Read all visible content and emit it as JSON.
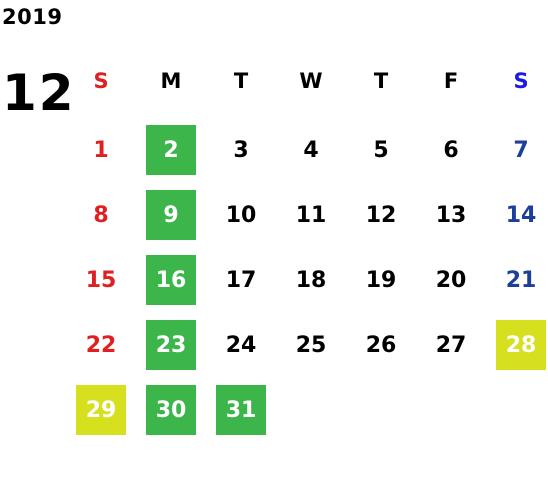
{
  "calendar": {
    "year": "2019",
    "month": "12",
    "weekdays": [
      "S",
      "M",
      "T",
      "W",
      "T",
      "F",
      "S"
    ],
    "days": [
      {
        "label": "1",
        "col": 0,
        "row": 0,
        "type": "sun"
      },
      {
        "label": "2",
        "col": 1,
        "row": 0,
        "type": "green"
      },
      {
        "label": "3",
        "col": 2,
        "row": 0,
        "type": "normal"
      },
      {
        "label": "4",
        "col": 3,
        "row": 0,
        "type": "normal"
      },
      {
        "label": "5",
        "col": 4,
        "row": 0,
        "type": "normal"
      },
      {
        "label": "6",
        "col": 5,
        "row": 0,
        "type": "normal"
      },
      {
        "label": "7",
        "col": 6,
        "row": 0,
        "type": "sat"
      },
      {
        "label": "8",
        "col": 0,
        "row": 1,
        "type": "sun"
      },
      {
        "label": "9",
        "col": 1,
        "row": 1,
        "type": "green"
      },
      {
        "label": "10",
        "col": 2,
        "row": 1,
        "type": "normal"
      },
      {
        "label": "11",
        "col": 3,
        "row": 1,
        "type": "normal"
      },
      {
        "label": "12",
        "col": 4,
        "row": 1,
        "type": "normal"
      },
      {
        "label": "13",
        "col": 5,
        "row": 1,
        "type": "normal"
      },
      {
        "label": "14",
        "col": 6,
        "row": 1,
        "type": "sat"
      },
      {
        "label": "15",
        "col": 0,
        "row": 2,
        "type": "sun"
      },
      {
        "label": "16",
        "col": 1,
        "row": 2,
        "type": "green"
      },
      {
        "label": "17",
        "col": 2,
        "row": 2,
        "type": "normal"
      },
      {
        "label": "18",
        "col": 3,
        "row": 2,
        "type": "normal"
      },
      {
        "label": "19",
        "col": 4,
        "row": 2,
        "type": "normal"
      },
      {
        "label": "20",
        "col": 5,
        "row": 2,
        "type": "normal"
      },
      {
        "label": "21",
        "col": 6,
        "row": 2,
        "type": "sat"
      },
      {
        "label": "22",
        "col": 0,
        "row": 3,
        "type": "sun"
      },
      {
        "label": "23",
        "col": 1,
        "row": 3,
        "type": "green"
      },
      {
        "label": "24",
        "col": 2,
        "row": 3,
        "type": "normal"
      },
      {
        "label": "25",
        "col": 3,
        "row": 3,
        "type": "normal"
      },
      {
        "label": "26",
        "col": 4,
        "row": 3,
        "type": "normal"
      },
      {
        "label": "27",
        "col": 5,
        "row": 3,
        "type": "normal"
      },
      {
        "label": "28",
        "col": 6,
        "row": 3,
        "type": "yellow"
      },
      {
        "label": "29",
        "col": 0,
        "row": 4,
        "type": "yellow"
      },
      {
        "label": "30",
        "col": 1,
        "row": 4,
        "type": "green"
      },
      {
        "label": "31",
        "col": 2,
        "row": 4,
        "type": "green"
      }
    ]
  },
  "colors": {
    "sunday": "#e02020",
    "saturday": "#1b3f9a",
    "saturday_header": "#1a1ae0",
    "green_highlight": "#3cb54a",
    "yellow_highlight": "#d6e01e"
  }
}
